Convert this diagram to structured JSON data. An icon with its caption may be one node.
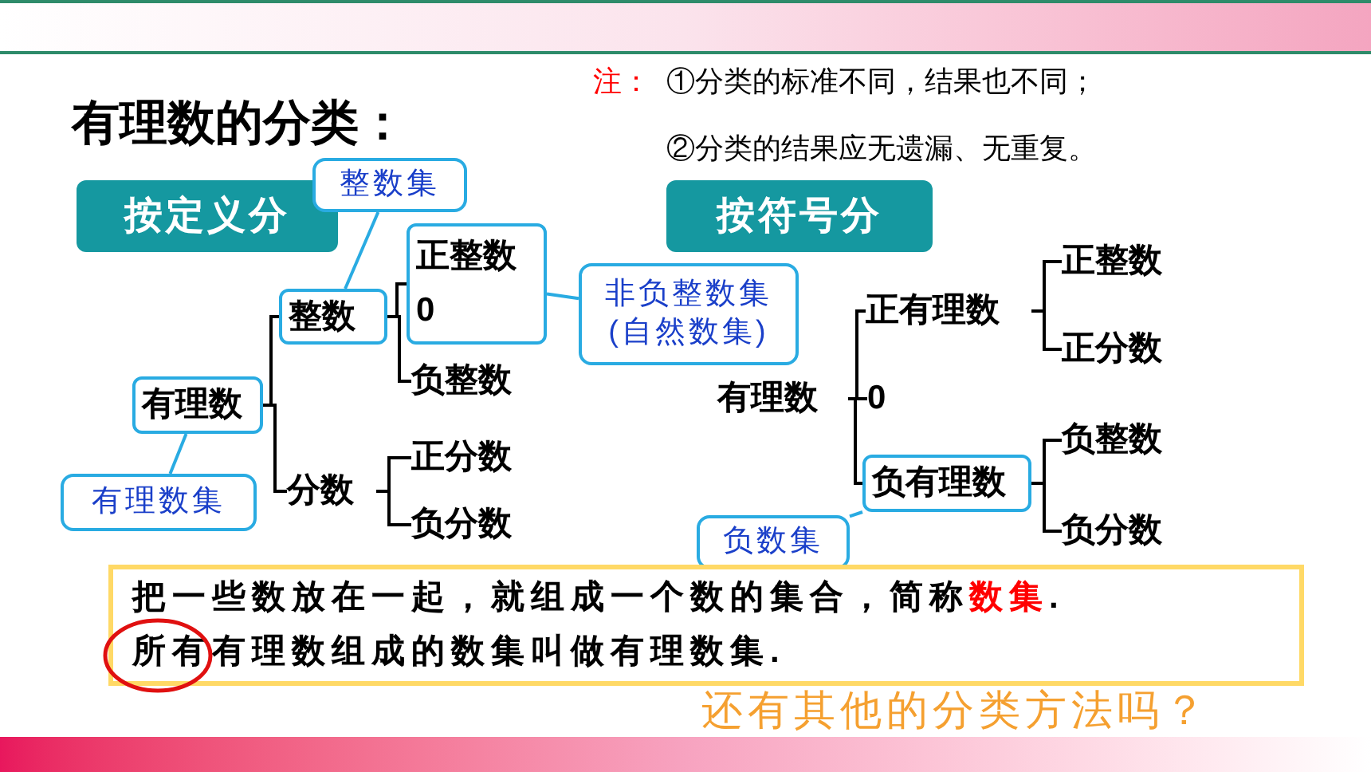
{
  "diagram": {
    "title": "有理数的分类：",
    "nodes": [
      {
        "text": [
          "按定义分"
        ]
      },
      {
        "text": [
          "整数集"
        ]
      },
      {
        "text": [
          "整数"
        ]
      },
      {
        "text": [
          "正整数",
          "0"
        ]
      },
      {
        "text": [
          "非负整数集 (自然数集)"
        ]
      },
      {
        "text": [
          "负整数"
        ]
      },
      {
        "text": [
          "有理数"
        ]
      },
      {
        "text": [
          "有理数集"
        ]
      },
      {
        "text": [
          "分数"
        ]
      },
      {
        "text": [
          "正分数"
        ]
      },
      {
        "text": [
          "负分数"
        ]
      },
      {
        "text": [
          "按符号分"
        ]
      },
      {
        "text": [
          "正整数"
        ]
      },
      {
        "text": [
          "正有理数"
        ]
      },
      {
        "text": [
          "正分数"
        ]
      },
      {
        "text": [
          "有理数"
        ]
      },
      {
        "text": [
          "0"
        ]
      },
      {
        "text": [
          "负有理数"
        ]
      },
      {
        "text": [
          "负整数"
        ]
      },
      {
        "text": [
          "负数集"
        ]
      },
      {
        "text": [
          "负分数"
        ]
      },
      {
        "text": [
          "把一些数放在一起，就组成一个数的集合，简称**数集**.",
          "所有有理数组成的数集叫做有理数集."
        ]
      }
    ],
    "edges": [
      {
        "from": 1,
        "to": 2,
        "arrow": "none",
        "color": "#29abe2"
      },
      {
        "from": 4,
        "to": 3,
        "arrow": "none",
        "color": "#29abe2"
      },
      {
        "from": 7,
        "to": 6,
        "arrow": "none",
        "color": "#29abe2"
      },
      {
        "from": 19,
        "to": 17,
        "arrow": "none",
        "color": "#29abe2"
      },
      {
        "from": 6,
        "to": 2,
        "arrow": "none"
      },
      {
        "from": 6,
        "to": 8,
        "arrow": "none"
      },
      {
        "from": 2,
        "to": 3,
        "arrow": "none"
      },
      {
        "from": 2,
        "to": 5,
        "arrow": "none"
      },
      {
        "from": 8,
        "to": 9,
        "arrow": "none"
      },
      {
        "from": 8,
        "to": 10,
        "arrow": "none"
      },
      {
        "from": 15,
        "to": 13,
        "arrow": "none"
      },
      {
        "from": 15,
        "to": 16,
        "arrow": "none"
      },
      {
        "from": 15,
        "to": 17,
        "arrow": "none"
      },
      {
        "from": 13,
        "to": 12,
        "arrow": "none"
      },
      {
        "from": 13,
        "to": 14,
        "arrow": "none"
      },
      {
        "from": 17,
        "to": 18,
        "arrow": "none"
      },
      {
        "from": 17,
        "to": 20,
        "arrow": "none"
      }
    ],
    "labels": [
      "注：",
      "①分类的标准不同，结果也不同；",
      "②分类的结果应无遗漏、无重复。",
      "还有其他的分类方法吗？"
    ]
  }
}
